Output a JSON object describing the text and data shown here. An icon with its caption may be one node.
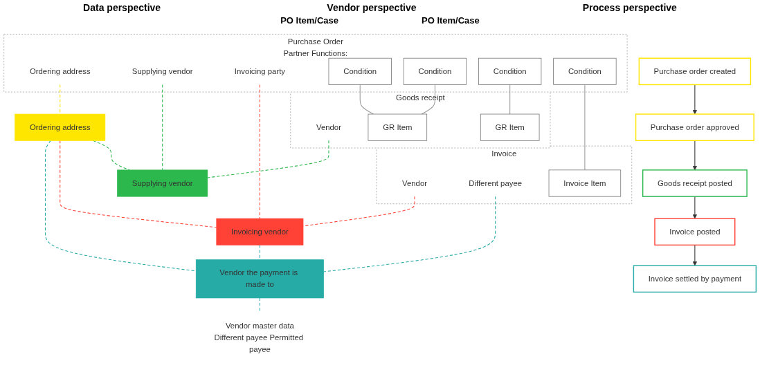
{
  "diagram": {
    "nodes": [
      {
        "text": [
          "Vendor master data",
          "Different payee Permitted payee"
        ]
      },
      {
        "text": [
          "Purchase Order",
          "Partner Functions:"
        ]
      },
      {
        "text": [
          "Ordering address"
        ],
        "in": 1
      },
      {
        "text": [
          "Supplying vendor"
        ],
        "in": 1
      },
      {
        "text": [
          "Invoicing party"
        ],
        "in": 1
      },
      {
        "text": [
          "Condition"
        ],
        "in": 1
      },
      {
        "text": [
          "Condition"
        ],
        "in": 1
      },
      {
        "text": [
          "Condition"
        ],
        "in": 1
      },
      {
        "text": [
          "Condition"
        ],
        "in": 1
      },
      {
        "text": [
          "Goods receipt"
        ]
      },
      {
        "text": [
          "Vendor"
        ],
        "in": 9
      },
      {
        "text": [
          "GR Item"
        ],
        "in": 9
      },
      {
        "text": [
          "GR Item"
        ],
        "in": 9
      },
      {
        "text": [
          "Invoice"
        ]
      },
      {
        "text": [
          "Vendor"
        ],
        "in": 13
      },
      {
        "text": [
          "Different payee"
        ],
        "in": 13
      },
      {
        "text": [
          "Invoice Item"
        ],
        "in": 13
      },
      {
        "text": [
          "Ordering address"
        ]
      },
      {
        "text": [
          "Supplying vendor"
        ]
      },
      {
        "text": [
          "Invoicing vendor"
        ]
      },
      {
        "text": [
          "Vendor the payment is made to"
        ]
      },
      {
        "text": [
          "Purchase order created"
        ]
      },
      {
        "text": [
          "Purchase order approved"
        ]
      },
      {
        "text": [
          "Goods receipt posted"
        ]
      },
      {
        "text": [
          "Invoice posted"
        ]
      },
      {
        "text": [
          "Invoice settled by payment"
        ]
      }
    ],
    "edges": [
      {
        "from": 5,
        "to": 11,
        "arrow": "none",
        "color": "#999999"
      },
      {
        "from": 6,
        "to": 11,
        "arrow": "none",
        "color": "#999999"
      },
      {
        "from": 7,
        "to": 12,
        "arrow": "none",
        "color": "#999999"
      },
      {
        "from": 8,
        "to": 16,
        "arrow": "none",
        "color": "#999999"
      },
      {
        "from": 2,
        "to": 17,
        "arrow": "none",
        "style": "dashed",
        "color": "#ffe600"
      },
      {
        "from": 3,
        "to": 18,
        "arrow": "none",
        "style": "dashed",
        "color": "#2db84d"
      },
      {
        "from": 10,
        "to": 18,
        "arrow": "none",
        "style": "dashed",
        "color": "#2db84d"
      },
      {
        "from": 17,
        "to": 18,
        "arrow": "none",
        "style": "dashed",
        "color": "#2db84d"
      },
      {
        "from": 4,
        "to": 19,
        "arrow": "none",
        "style": "dashed",
        "color": "#ff4136"
      },
      {
        "from": 14,
        "to": 19,
        "arrow": "none",
        "style": "dashed",
        "color": "#ff4136"
      },
      {
        "from": 17,
        "to": 19,
        "arrow": "none",
        "style": "dashed",
        "color": "#ff4136"
      },
      {
        "from": 15,
        "to": 20,
        "arrow": "none",
        "style": "dashed",
        "color": "#26aba6"
      },
      {
        "from": 19,
        "to": 20,
        "arrow": "none",
        "style": "dashed",
        "color": "#26aba6"
      },
      {
        "from": 17,
        "to": 20,
        "arrow": "none",
        "style": "dashed",
        "color": "#26aba6"
      },
      {
        "from": 20,
        "to": 0,
        "arrow": "none",
        "style": "dashed",
        "color": "#26aba6"
      },
      {
        "from": 21,
        "to": 22,
        "arrow": "to",
        "color": "#333333"
      },
      {
        "from": 22,
        "to": 23,
        "arrow": "to",
        "color": "#333333"
      },
      {
        "from": 23,
        "to": 24,
        "arrow": "to",
        "color": "#333333"
      },
      {
        "from": 24,
        "to": 25,
        "arrow": "to",
        "color": "#333333"
      }
    ],
    "labels": [
      "Data perspective",
      "Vendor perspective",
      "Process perspective",
      "PO Item/Case",
      "PO Item/Case"
    ]
  }
}
